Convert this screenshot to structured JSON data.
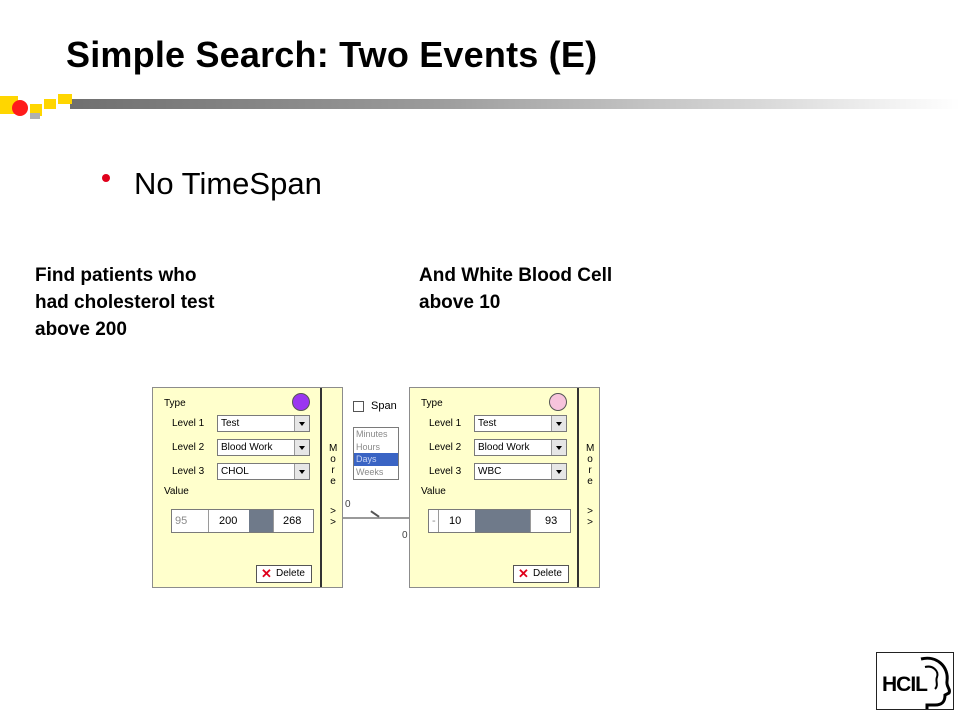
{
  "slide": {
    "title": "Simple Search: Two Events (E)",
    "bullet": "No TimeSpan",
    "caption_left": "Find patients who\nhad cholesterol test\nabove 200",
    "caption_right": "And White Blood Cell\nabove 10"
  },
  "panel_left": {
    "type_label": "Type",
    "dot_color": "#9a36f0",
    "level1_label": "Level 1",
    "level1_value": "Test",
    "level2_label": "Level 2",
    "level2_value": "Blood Work",
    "level3_label": "Level 3",
    "level3_value": "CHOL",
    "value_label": "Value",
    "range_min": "95",
    "range_low": "200",
    "range_high": "268",
    "more_letters": "M\no\nr\ne",
    "more_arrows": ">\n>",
    "delete_label": "Delete"
  },
  "panel_right": {
    "type_label": "Type",
    "dot_color": "#f7c4dc",
    "level1_label": "Level 1",
    "level1_value": "Test",
    "level2_label": "Level 2",
    "level2_value": "Blood Work",
    "level3_label": "Level 3",
    "level3_value": "WBC",
    "value_label": "Value",
    "range_min": "-",
    "range_low": "10",
    "range_high": "93",
    "more_letters": "M\no\nr\ne",
    "more_arrows": ">\n>",
    "delete_label": "Delete"
  },
  "span": {
    "label": "Span",
    "checked": false,
    "units": [
      "Minutes",
      "Hours",
      "Days",
      "Weeks"
    ],
    "selected_unit": "Days"
  },
  "connector": {
    "label_top": "0",
    "label_bottom": "0"
  },
  "logo": {
    "text": "HCIL"
  }
}
